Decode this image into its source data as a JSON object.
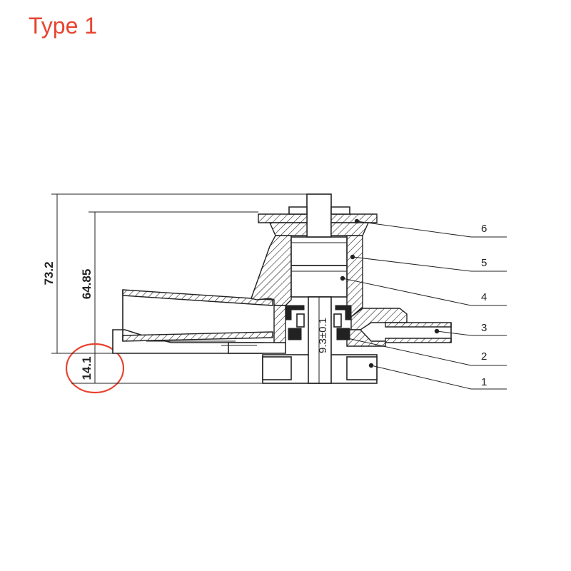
{
  "title": "Type 1",
  "dimensions": {
    "overall_height": "73.2",
    "upper_height": "64.85",
    "base_height": "14.1",
    "shaft_diameter": "9.3±0.1"
  },
  "callouts": [
    "6",
    "5",
    "4",
    "3",
    "2",
    "1"
  ],
  "colors": {
    "title": "#e8432f",
    "highlight_circle": "#e8432f",
    "lines": "#222222"
  }
}
